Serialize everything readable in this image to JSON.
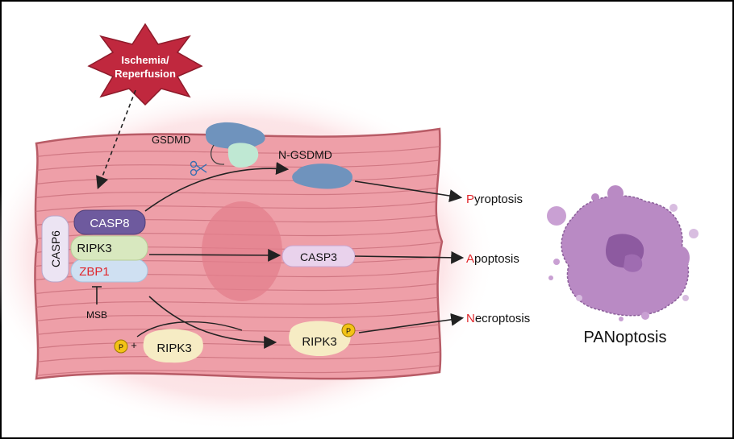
{
  "trigger": {
    "line1": "Ischemia/",
    "line2": "Reperfusion"
  },
  "complex": {
    "casp6": "CASP6",
    "casp8": "CASP8",
    "ripk3": "RIPK3",
    "zbp1": "ZBP1"
  },
  "inhibitor": {
    "label": "MSB"
  },
  "gsdmd": {
    "label": "GSDMD",
    "cleaved_label": "N-GSDMD"
  },
  "casp3": {
    "label": "CASP3"
  },
  "phospho": {
    "p_label": "P",
    "plus": "+",
    "ripk3_label": "RIPK3",
    "ripk3p_label": "RIPK3"
  },
  "outcomes": {
    "pyroptosis": {
      "initial": "P",
      "rest": "yroptosis"
    },
    "apoptosis": {
      "initial": "A",
      "rest": "poptosis"
    },
    "necroptosis": {
      "initial": "N",
      "rest": "ecroptosis"
    }
  },
  "panoptosis": {
    "label": "PANoptosis"
  },
  "colors": {
    "cell_fill": "#ee9fa8",
    "cell_stroke": "#b85b66",
    "accent_red": "#e0262b",
    "casp8": "#6e5a9e",
    "ripk3": "#d8e8bf",
    "zbp1": "#cfe0f2",
    "casp6": "#ece4f3",
    "casp3": "#e9d2ec",
    "ripk3_blob": "#f6ecc4",
    "gsdmd_blue": "#6f93bd",
    "gsdmd_green": "#bfe8d3",
    "phospho": "#f3c316",
    "panoptosis_cell": "#b98ac4"
  }
}
